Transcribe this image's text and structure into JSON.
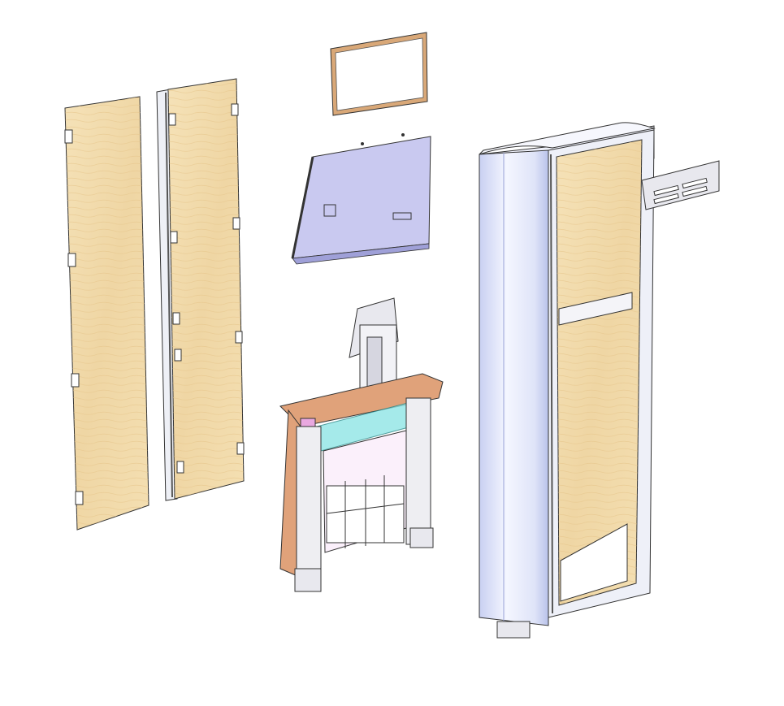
{
  "scene": {
    "type": "exploded-assembly-view",
    "parts": [
      "left-side-panel",
      "hinged-side-panel",
      "display-bezel",
      "display-monitor",
      "internal-chassis",
      "main-cabinet",
      "mounting-bracket"
    ]
  },
  "colors": {
    "wood": "#f2dcae",
    "wood_grain": "#e8c98e",
    "bezel_edge": "#d9a878",
    "monitor": "#c9c9f0",
    "cabinet_side": "#dfe4f8",
    "metal": "#e8e8ee",
    "outline": "#333333",
    "cyan_part": "#8fe6e6",
    "copper_part": "#e0a27a",
    "pink_part": "#e9a8e0"
  }
}
